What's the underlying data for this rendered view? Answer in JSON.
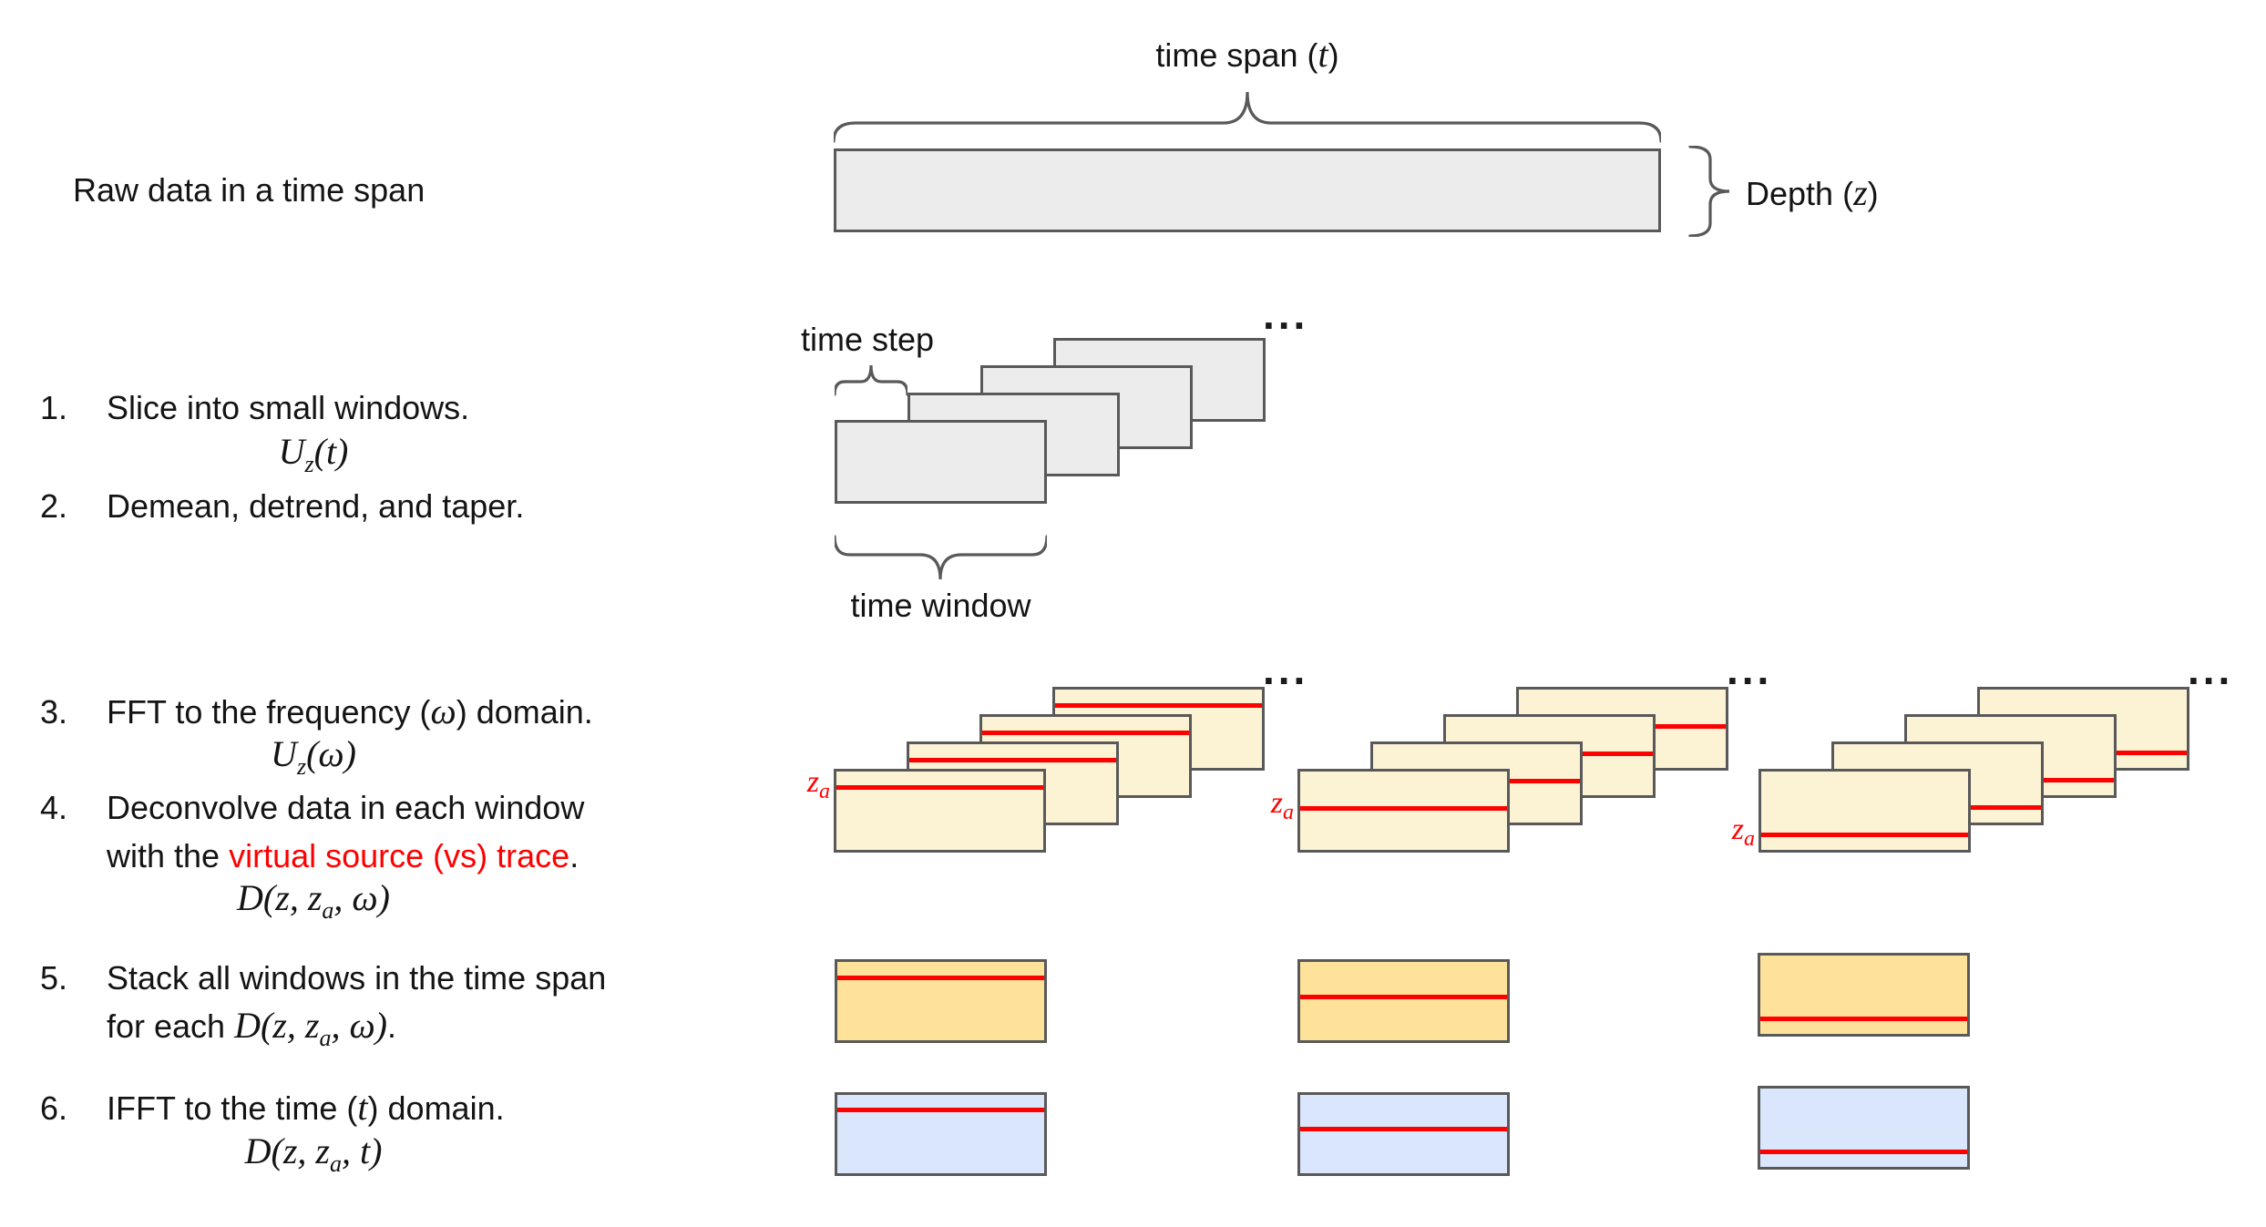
{
  "colors": {
    "border": "#595959",
    "gray_fill": "#ececec",
    "cream_fill": "#fcf2d4",
    "orange_fill": "#ffe299",
    "blue_fill": "#d9e6fb",
    "red": "#ff0000",
    "text": "#141414"
  },
  "header": {
    "time_span_pre": "time span (",
    "time_span_math": "t",
    "time_span_post": ")",
    "raw_label": "Raw data in a time span",
    "depth_pre": "Depth (",
    "depth_math": "z",
    "depth_post": ")"
  },
  "steps": {
    "item1": {
      "num": "1.",
      "text": "Slice into small windows."
    },
    "math1": "U_z(t)",
    "item2": {
      "num": "2.",
      "text": "Demean, detrend, and taper."
    },
    "item3": {
      "num": "3.",
      "pre": "FFT to the frequency (",
      "math": "ω",
      "post": ") domain."
    },
    "math3": "U_z(ω)",
    "item4": {
      "num": "4.",
      "line1": "Deconvolve data in each window",
      "line2_black": "with the ",
      "line2_red": "virtual source (vs) trace",
      "line2_post": "."
    },
    "math4": "D(z, z_a, ω)",
    "item5": {
      "num": "5.",
      "line1": "Stack all windows in the time span",
      "line2_pre": "for each ",
      "line2_math": "D(z, z_a, ω)",
      "line2_post": "."
    },
    "item6": {
      "num": "6.",
      "pre": "IFFT to the time (",
      "math": "t",
      "post": ") domain."
    },
    "math6": "D(z, z_a, t)"
  },
  "figure": {
    "time_step_label": "time step",
    "time_window_label": "time window",
    "ellipsis": "...",
    "za_label": "z_a",
    "window_groups": [
      {
        "za_fraction": 0.2
      },
      {
        "za_fraction": 0.46
      },
      {
        "za_fraction": 0.8
      }
    ],
    "stacked_fractions": [
      0.2,
      0.44,
      0.8
    ],
    "ifft_fractions": [
      0.19,
      0.43,
      0.8
    ]
  }
}
